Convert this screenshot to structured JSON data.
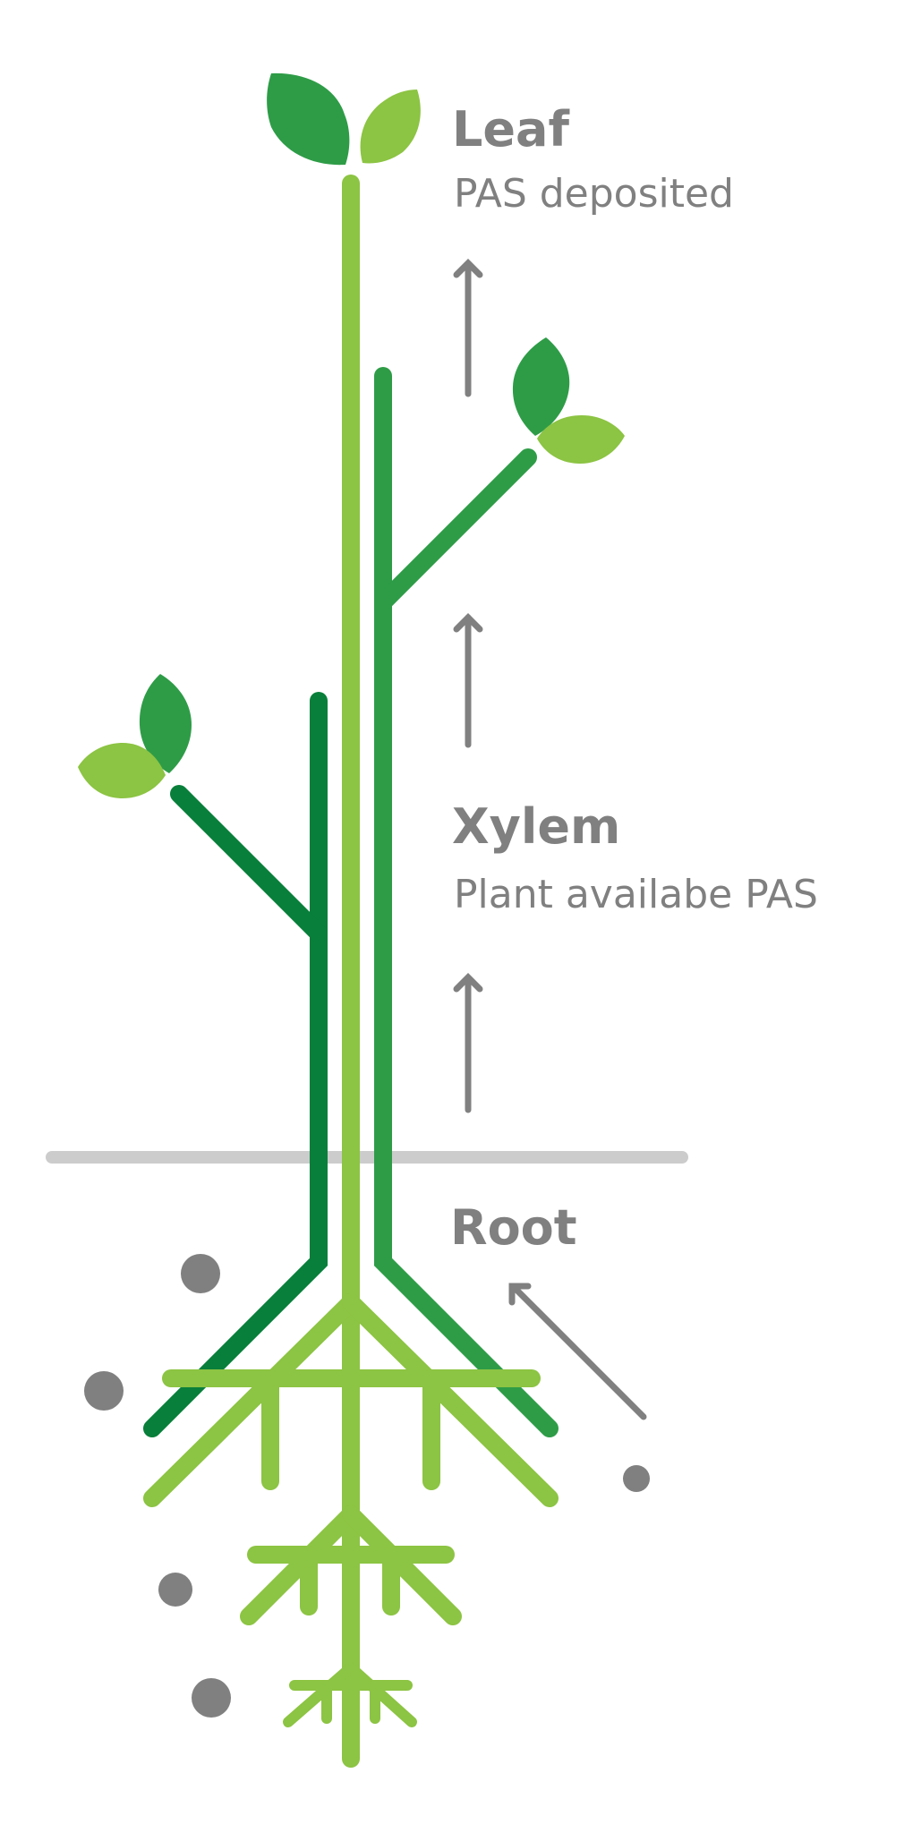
{
  "labels": {
    "leaf": {
      "title": "Leaf",
      "subtitle": "PAS deposited"
    },
    "xylem": {
      "title": "Xylem",
      "subtitle": "Plant availabe PAS"
    },
    "root": {
      "title": "Root"
    }
  },
  "colors": {
    "light_green": "#8cc443",
    "mid_green": "#2e9c47",
    "dark_green": "#087f3a",
    "arrow_gray": "#808080",
    "soil_line": "#cccccc",
    "soil_particle": "#808080"
  }
}
